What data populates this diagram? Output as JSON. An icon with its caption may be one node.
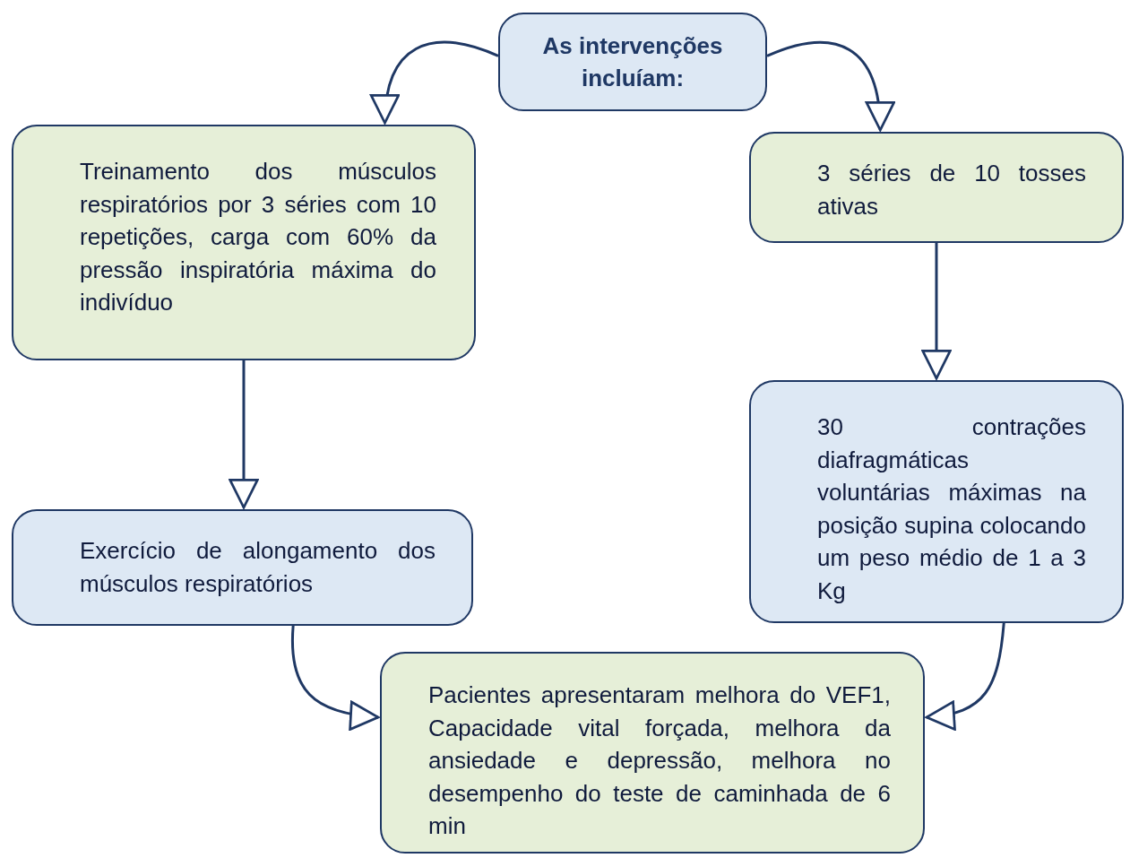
{
  "diagram": {
    "nodes": [
      {
        "text": [
          "As intervenções incluíam:"
        ]
      },
      {
        "text": [
          "Treinamento dos músculos respiratórios por 3 séries com 10 repetições, carga com 60% da pressão inspiratória máxima do indivíduo"
        ]
      },
      {
        "text": [
          "3 séries de 10 tosses ativas"
        ]
      },
      {
        "text": [
          "Exercício de alongamento dos músculos respiratórios"
        ]
      },
      {
        "text": [
          "30 contrações diafragmáticas voluntárias máximas na posição supina colocando um peso médio de 1 a 3 Kg"
        ]
      },
      {
        "text": [
          "Pacientes apresentaram melhora do VEF1, Capacidade vital forçada, melhora da ansiedade e depressão, melhora no desempenho do teste de caminhada de 6 min"
        ]
      }
    ],
    "edges": [
      {
        "from": 0,
        "to": 1,
        "arrow": "to"
      },
      {
        "from": 0,
        "to": 2,
        "arrow": "to"
      },
      {
        "from": 1,
        "to": 3,
        "arrow": "to"
      },
      {
        "from": 2,
        "to": 4,
        "arrow": "to"
      },
      {
        "from": 3,
        "to": 5,
        "arrow": "to"
      },
      {
        "from": 4,
        "to": 5,
        "arrow": "to"
      }
    ]
  }
}
